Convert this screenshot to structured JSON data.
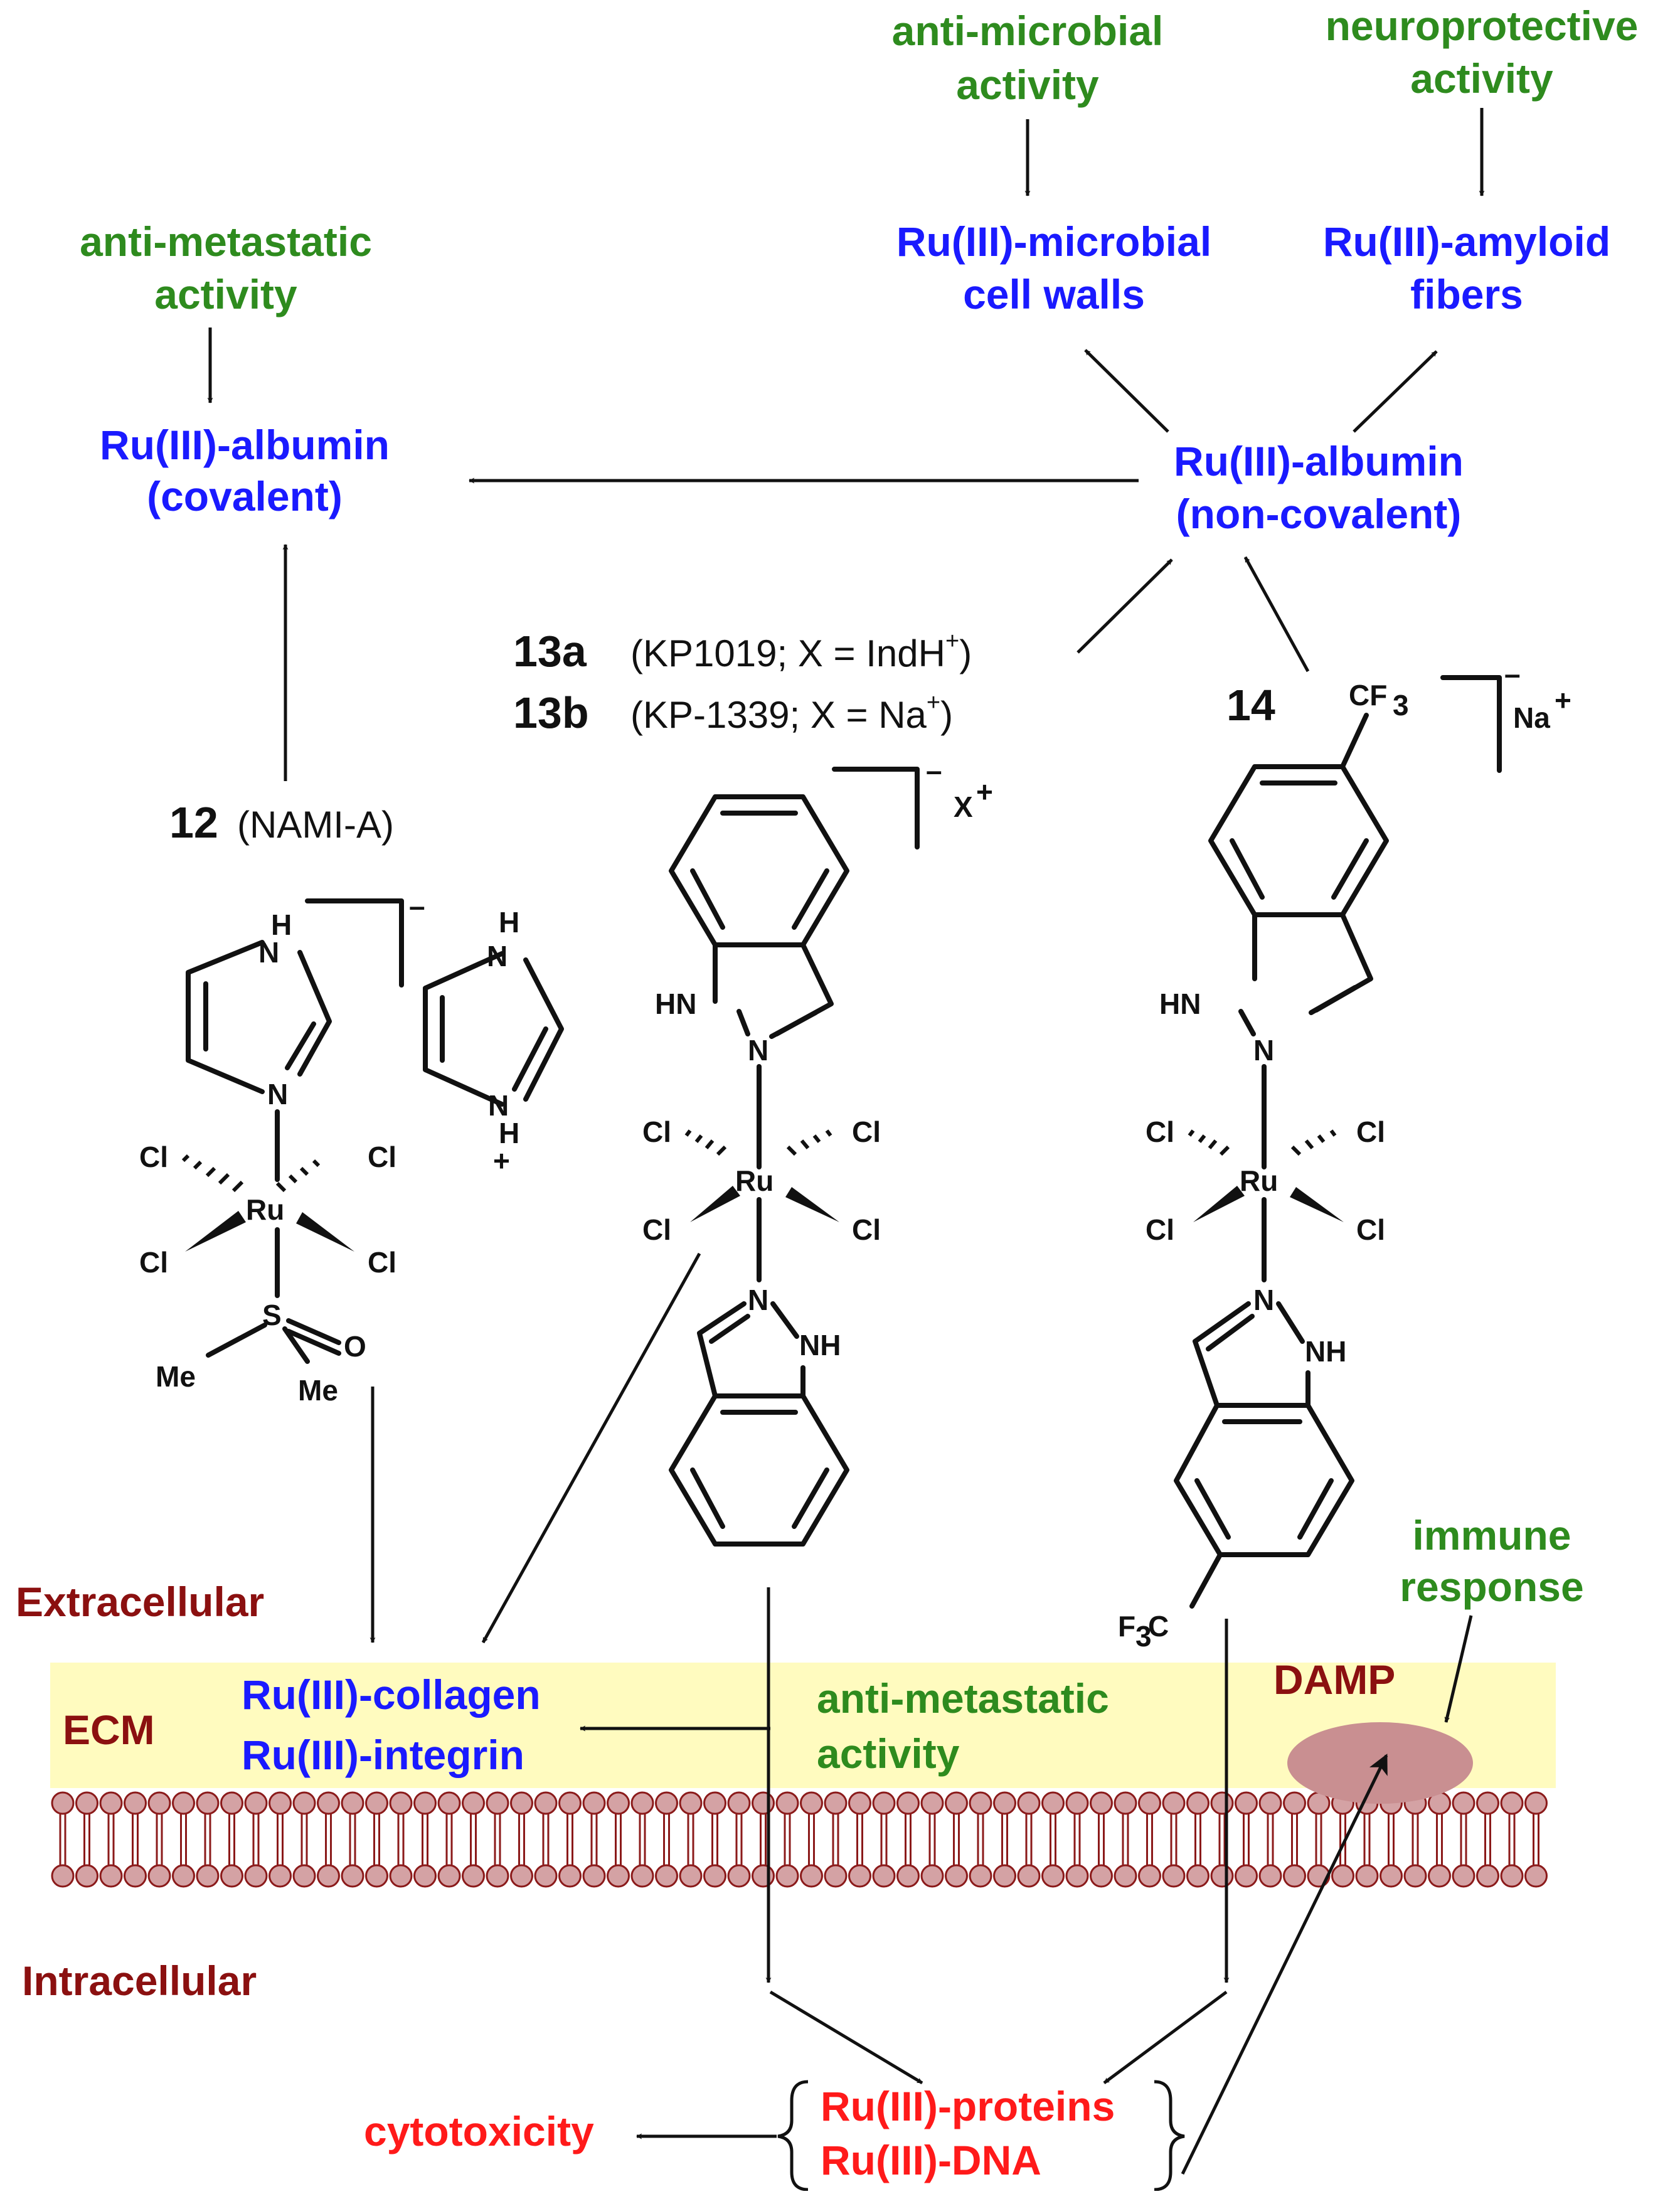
{
  "labels": {
    "anti_microbial": [
      "anti-microbial",
      "activity"
    ],
    "neuroprotective": [
      "neuroprotective",
      "activity"
    ],
    "anti_metastatic_top": [
      "anti-metastatic",
      "activity"
    ],
    "ru_microbial": [
      "Ru(III)-microbial",
      "cell walls"
    ],
    "ru_amyloid": [
      "Ru(III)-amyloid",
      "fibers"
    ],
    "ru_albumin_cov": [
      "Ru(III)-albumin",
      "(covalent)"
    ],
    "ru_albumin_noncov": [
      "Ru(III)-albumin",
      "(non-covalent)"
    ],
    "extracellular": "Extracellular",
    "ecm": "ECM",
    "intracellular": "Intracellular",
    "ru_collagen": "Ru(III)-collagen",
    "ru_integrin": "Ru(III)-integrin",
    "anti_metastatic_bottom": [
      "anti-metastatic",
      "activity"
    ],
    "damp": "DAMP",
    "immune_response": [
      "immune",
      "response"
    ],
    "ru_proteins": "Ru(III)-proteins",
    "ru_dna": "Ru(III)-DNA",
    "cytotoxicity": "cytotoxicity"
  },
  "compounds": {
    "c12": {
      "id": "12",
      "name": "(NAMI-A)"
    },
    "c13a": {
      "id": "13a",
      "name_pre": "(KP1019; X = IndH",
      "sup": "+",
      "name_post": ")"
    },
    "c13b": {
      "id": "13b",
      "name_pre": "(KP-1339; X = Na",
      "sup": "+",
      "name_post": ")"
    },
    "c14": {
      "id": "14"
    }
  },
  "atoms": {
    "ru": "Ru",
    "cl": "Cl",
    "n": "N",
    "h": "H",
    "hn": "HN",
    "nh": "NH",
    "s": "S",
    "o": "O",
    "me": "Me",
    "x": "X",
    "na": "Na",
    "plus": "+",
    "minus": "–",
    "cf3": "CF",
    "f3c": "F",
    "c": "C",
    "three": "3"
  },
  "colors": {
    "green": "#2e8b1e",
    "blue": "#1a1aff",
    "red": "#ff1a1a",
    "maroon": "#8b1010",
    "ecm_band": "#fffbbf",
    "lipid": "#d4a2a4",
    "lipid_stroke": "#8b1a1a",
    "damp": "#c98f91"
  }
}
